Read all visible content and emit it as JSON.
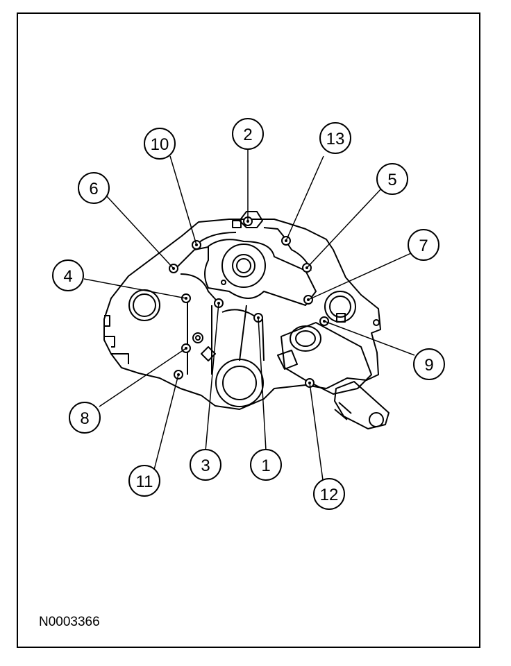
{
  "figure_id": "N0003366",
  "bolt_labels": [
    "1",
    "2",
    "3",
    "4",
    "5",
    "6",
    "7",
    "8",
    "9",
    "10",
    "11",
    "12",
    "13"
  ]
}
